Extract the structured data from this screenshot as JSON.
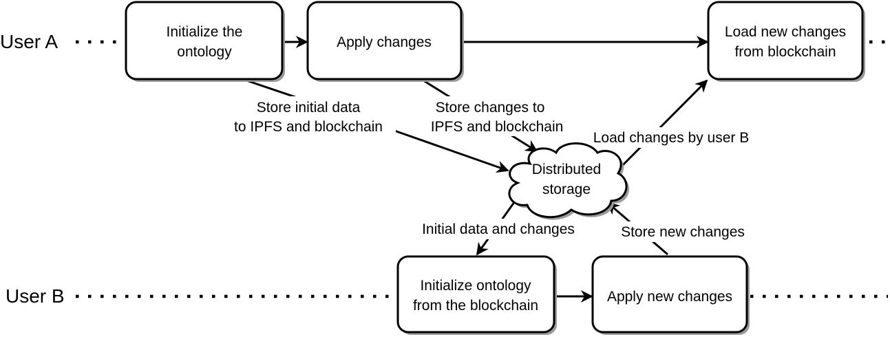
{
  "lanes": {
    "user_a": "User A",
    "user_b": "User B"
  },
  "nodes": {
    "init_ontology": [
      "Initialize the",
      "ontology"
    ],
    "apply_changes": [
      "Apply changes"
    ],
    "load_changes": [
      "Load new changes",
      "from blockchain"
    ],
    "storage": [
      "Distributed",
      "storage"
    ],
    "init_from_chain": [
      "Initialize ontology",
      "from the blockchain"
    ],
    "apply_new": [
      "Apply new changes"
    ]
  },
  "edges": {
    "store_initial": [
      "Store initial data",
      "to IPFS and blockchain"
    ],
    "store_changes": [
      "Store changes to",
      "IPFS and blockchain"
    ],
    "load_by_b": [
      "Load changes by user B"
    ],
    "initial_and_changes": [
      "Initial data and changes"
    ],
    "store_new": [
      "Store new changes"
    ]
  }
}
